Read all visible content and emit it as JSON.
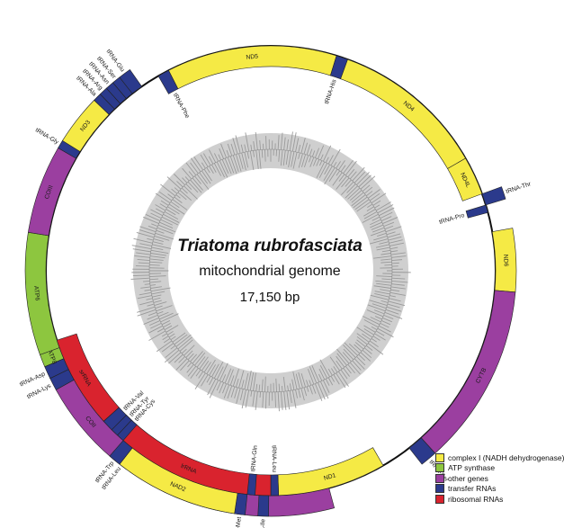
{
  "title": "Triatoma rubrofasciata",
  "subtitle": "mitochondrial genome",
  "genome_size": "17,150 bp",
  "colors": {
    "complex1": "#f5ea45",
    "atp": "#8dc63f",
    "other": "#9b3fa0",
    "trna": "#2b3a8c",
    "rrna": "#d9232e"
  },
  "legend": [
    {
      "label": "complex I (NADH dehydrogenase)",
      "type": "complex1"
    },
    {
      "label": "ATP synthase",
      "type": "atp"
    },
    {
      "label": "other genes",
      "type": "other"
    },
    {
      "label": "transfer RNAs",
      "type": "trna"
    },
    {
      "label": "ribosomal RNAs",
      "type": "rrna"
    }
  ],
  "genes": [
    {
      "label": "COI",
      "type": "other",
      "start": 75,
      "end": 125,
      "strand": "outer"
    },
    {
      "label": "tRNA-Leu",
      "type": "trna",
      "start": 126,
      "end": 129,
      "strand": "outer"
    },
    {
      "label": "COII",
      "type": "other",
      "start": 129,
      "end": 151,
      "strand": "outer"
    },
    {
      "label": "tRNA-Lys",
      "type": "trna",
      "start": 151,
      "end": 154,
      "strand": "outer"
    },
    {
      "label": "tRNA-Asp",
      "type": "trna",
      "start": 154,
      "end": 157,
      "strand": "outer"
    },
    {
      "label": "ATP8",
      "type": "atp",
      "start": 157,
      "end": 160,
      "strand": "outer"
    },
    {
      "label": "ATP6",
      "type": "atp",
      "start": 160,
      "end": 189,
      "strand": "outer"
    },
    {
      "label": "COIII",
      "type": "other",
      "start": 189,
      "end": 210,
      "strand": "outer"
    },
    {
      "label": "tRNA-Gly",
      "type": "trna",
      "start": 210,
      "end": 212,
      "strand": "outer"
    },
    {
      "label": "ND3",
      "type": "complex1",
      "start": 212,
      "end": 224,
      "strand": "outer"
    },
    {
      "label": "tRNA-Ala",
      "type": "trna",
      "start": 224,
      "end": 226,
      "strand": "outer"
    },
    {
      "label": "tRNA-Arg",
      "type": "trna",
      "start": 226,
      "end": 228,
      "strand": "outer"
    },
    {
      "label": "tRNA-Asn",
      "type": "trna",
      "start": 228,
      "end": 230,
      "strand": "outer"
    },
    {
      "label": "tRNA-Ser",
      "type": "trna",
      "start": 230,
      "end": 232,
      "strand": "outer"
    },
    {
      "label": "tRNA-Glu",
      "type": "trna",
      "start": 232,
      "end": 235,
      "strand": "outer"
    },
    {
      "label": "tRNA-Phe",
      "type": "trna",
      "start": 240,
      "end": 243,
      "strand": "inner"
    },
    {
      "label": "ND5",
      "type": "complex1",
      "start": 243,
      "end": 287,
      "strand": "inner"
    },
    {
      "label": "tRNA-His",
      "type": "trna",
      "start": 287,
      "end": 290,
      "strand": "inner"
    },
    {
      "label": "ND4",
      "type": "complex1",
      "start": 290,
      "end": 330,
      "strand": "inner"
    },
    {
      "label": "ND4L",
      "type": "complex1",
      "start": 330,
      "end": 340,
      "strand": "inner"
    },
    {
      "label": "tRNA-Thr",
      "type": "trna",
      "start": 340,
      "end": 343,
      "strand": "outer"
    },
    {
      "label": "tRNA-Pro",
      "type": "trna",
      "start": 343,
      "end": 345,
      "strand": "inner"
    },
    {
      "label": "ND6",
      "type": "complex1",
      "start": 350,
      "end": 365,
      "strand": "outer"
    },
    {
      "label": "CYTB",
      "type": "other",
      "start": 365,
      "end": 408,
      "strand": "outer"
    },
    {
      "label": "tRNA-Ser",
      "type": "trna",
      "start": 408,
      "end": 412,
      "strand": "outer"
    },
    {
      "label": "ND1",
      "type": "complex1",
      "start": 420,
      "end": 448,
      "strand": "inner"
    },
    {
      "label": "tRNA-Leu",
      "type": "trna",
      "start": 448,
      "end": 450,
      "strand": "inner"
    },
    {
      "label": "lrRNA",
      "type": "rrna",
      "start": 450,
      "end": 495,
      "strand": "inner"
    },
    {
      "label": "tRNA-Val",
      "type": "trna",
      "start": 495,
      "end": 498,
      "strand": "inner"
    },
    {
      "label": "srRNA",
      "type": "rrna",
      "start": 498,
      "end": 522,
      "strand": "inner"
    },
    {
      "label": "tRNA-Ile",
      "type": "trna",
      "start": 450.5,
      "end": 453,
      "strand": "outer"
    },
    {
      "label": "tRNA-Gln",
      "type": "trna",
      "start": 454,
      "end": 456,
      "strand": "inner"
    },
    {
      "label": "tRNA-Met",
      "type": "trna",
      "start": 456,
      "end": 458.5,
      "strand": "outer"
    },
    {
      "label": "NAD2",
      "type": "complex1",
      "start": 458.5,
      "end": 488,
      "strand": "outer"
    },
    {
      "label": "tRNA-Trp",
      "type": "trna",
      "start": 488,
      "end": 491,
      "strand": "outer"
    },
    {
      "label": "tRNA-Cys",
      "type": "trna",
      "start": 491,
      "end": 493,
      "strand": "inner"
    },
    {
      "label": "tRNA-Tyr",
      "type": "trna",
      "start": 493,
      "end": 495,
      "strand": "inner"
    }
  ],
  "gc_seed": 7
}
